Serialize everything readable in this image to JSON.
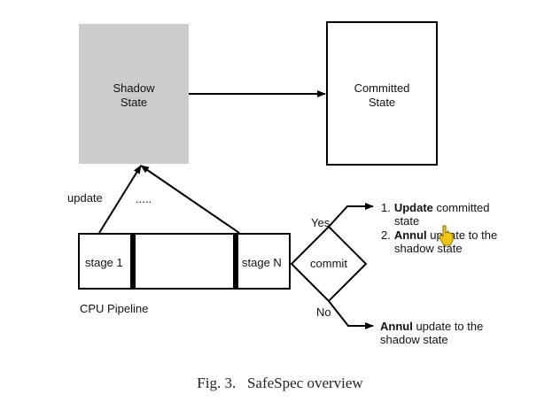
{
  "diagram": {
    "shadow_state": {
      "line1": "Shadow",
      "line2": "State",
      "fill": "#cccccc"
    },
    "committed_state": {
      "line1": "Committed",
      "line2": "State"
    },
    "update_label": "update",
    "dots_label": ".....",
    "pipeline": {
      "stage_first": "stage 1",
      "stage_last": "stage N",
      "label": "CPU Pipeline"
    },
    "decision": {
      "label": "commit",
      "yes_label": "Yes",
      "no_label": "No"
    },
    "yes_outcomes": [
      {
        "number": "1.",
        "bold": "Update",
        "rest": " committed",
        "line2": "state"
      },
      {
        "number": "2.",
        "bold": "Annul",
        "rest": " update to the",
        "line2": "shadow state"
      }
    ],
    "no_outcome": {
      "bold": "Annul",
      "rest": " update to the",
      "line2": "shadow state"
    },
    "cursor_color": "#f2c511"
  },
  "caption": "Fig. 3.   SafeSpec overview"
}
